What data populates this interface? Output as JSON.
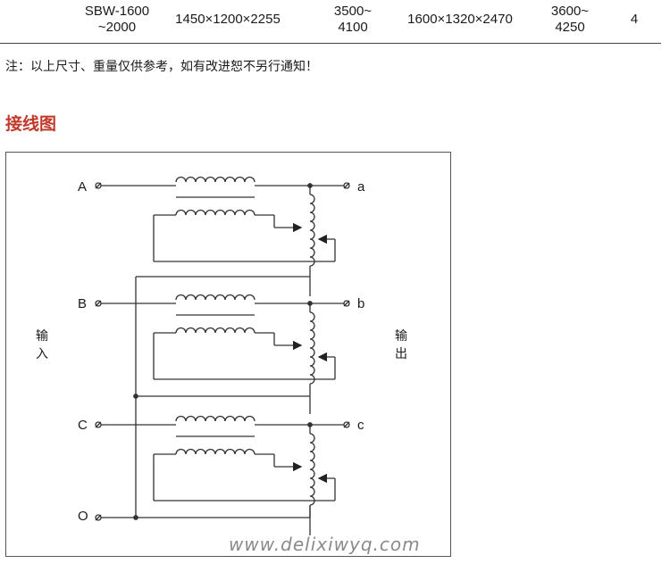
{
  "table_row": {
    "model": "SBW-1600\n~2000",
    "dim1": "1450×1200×2255",
    "weight1": "3500~\n4100",
    "dim2": "1600×1320×2470",
    "weight2": "3600~\n4250",
    "count": "4"
  },
  "note": "注：以上尺寸、重量仅供参考，如有改进恕不另行通知！",
  "section_title": "接线图",
  "diagram": {
    "inputs": [
      "A",
      "B",
      "C",
      "O"
    ],
    "outputs": [
      "a",
      "b",
      "c"
    ],
    "input_label": "输入",
    "output_label": "输出",
    "watermark": "www.delixiwyq.com",
    "line_color": "#333333"
  }
}
